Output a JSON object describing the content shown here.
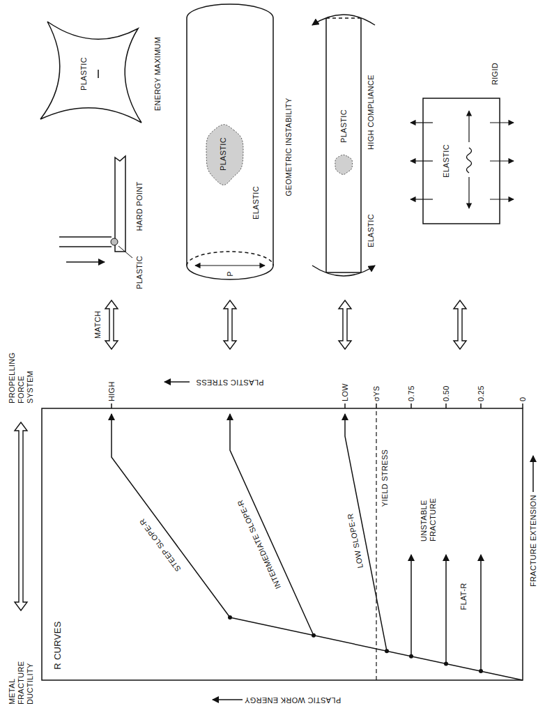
{
  "diagram": {
    "nodes": [
      {
        "text": [
          "PLASTIC",
          "ENERGY MAXIMUM"
        ]
      },
      {
        "text": [
          "PLASTIC",
          "ELASTIC",
          "P",
          "GEOMETRIC INSTABILITY"
        ]
      },
      {
        "text": [
          "PLASTIC",
          "ELASTIC",
          "HIGH COMPLIANCE"
        ]
      },
      {
        "text": [
          "ELASTIC",
          "RIGID"
        ]
      }
    ],
    "labels": [
      "METAL FRACTURE DUCTILITY",
      "R CURVES",
      "PROPELLING FORCE SYSTEM",
      "PLASTIC WORK ENERGY",
      "HIGH",
      "PLASTIC STRESS",
      "LOW",
      "σYS",
      "0.75",
      "0.50",
      "0.25",
      "0",
      "STEEP SLOPE-R",
      "INTERMEDIATE SLOPE-R",
      "LOW SLOPE-R",
      "YIELD STRESS",
      "UNSTABLE FRACTURE",
      "FLAT-R",
      "FRACTURE EXTENSION",
      "MATCH",
      "PLASTIC",
      "HARD POINT"
    ]
  }
}
